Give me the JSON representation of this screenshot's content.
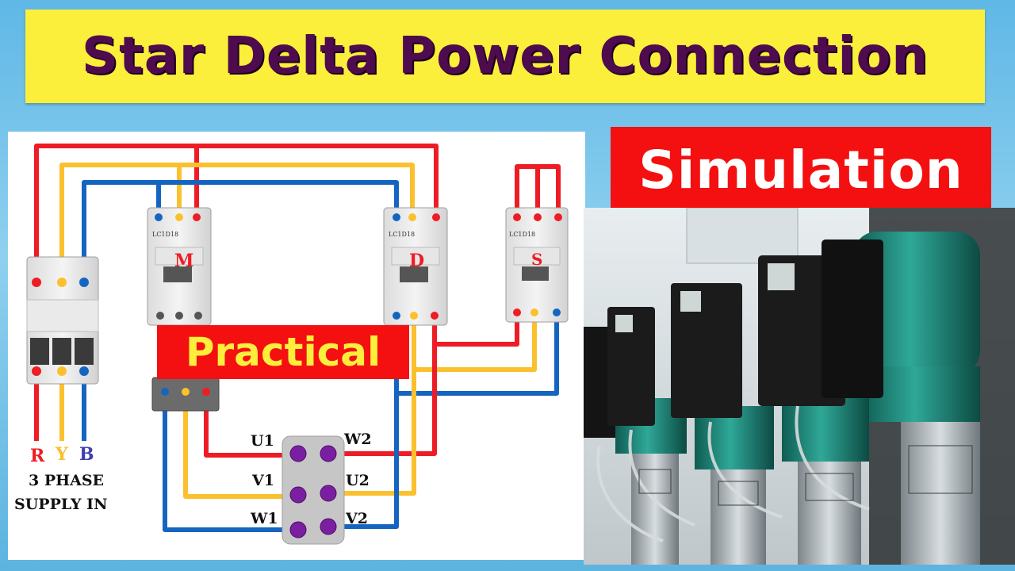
{
  "title": "Star Delta Power Connection",
  "simulation_label": "Simulation",
  "practical_label": "Practical",
  "supply": {
    "phases": [
      "R",
      "Y",
      "B"
    ],
    "caption_line1": "3 PHASE",
    "caption_line2": "SUPPLY IN"
  },
  "contactors": {
    "main": "M",
    "delta": "D",
    "star": "S",
    "model": "LC1D18"
  },
  "motor_terminals": {
    "left": [
      "U1",
      "V1",
      "W1"
    ],
    "right": [
      "W2",
      "U2",
      "V2"
    ]
  },
  "colors": {
    "red_phase": "#ee1c24",
    "yellow_phase": "#fbc02d",
    "blue_phase": "#1565c0",
    "title_banner": "#fbef3c",
    "title_text": "#4e0b4e",
    "label_banner": "#f41010",
    "terminal_box": "#c6c6c6",
    "terminal_stud": "#7b1fa2"
  }
}
